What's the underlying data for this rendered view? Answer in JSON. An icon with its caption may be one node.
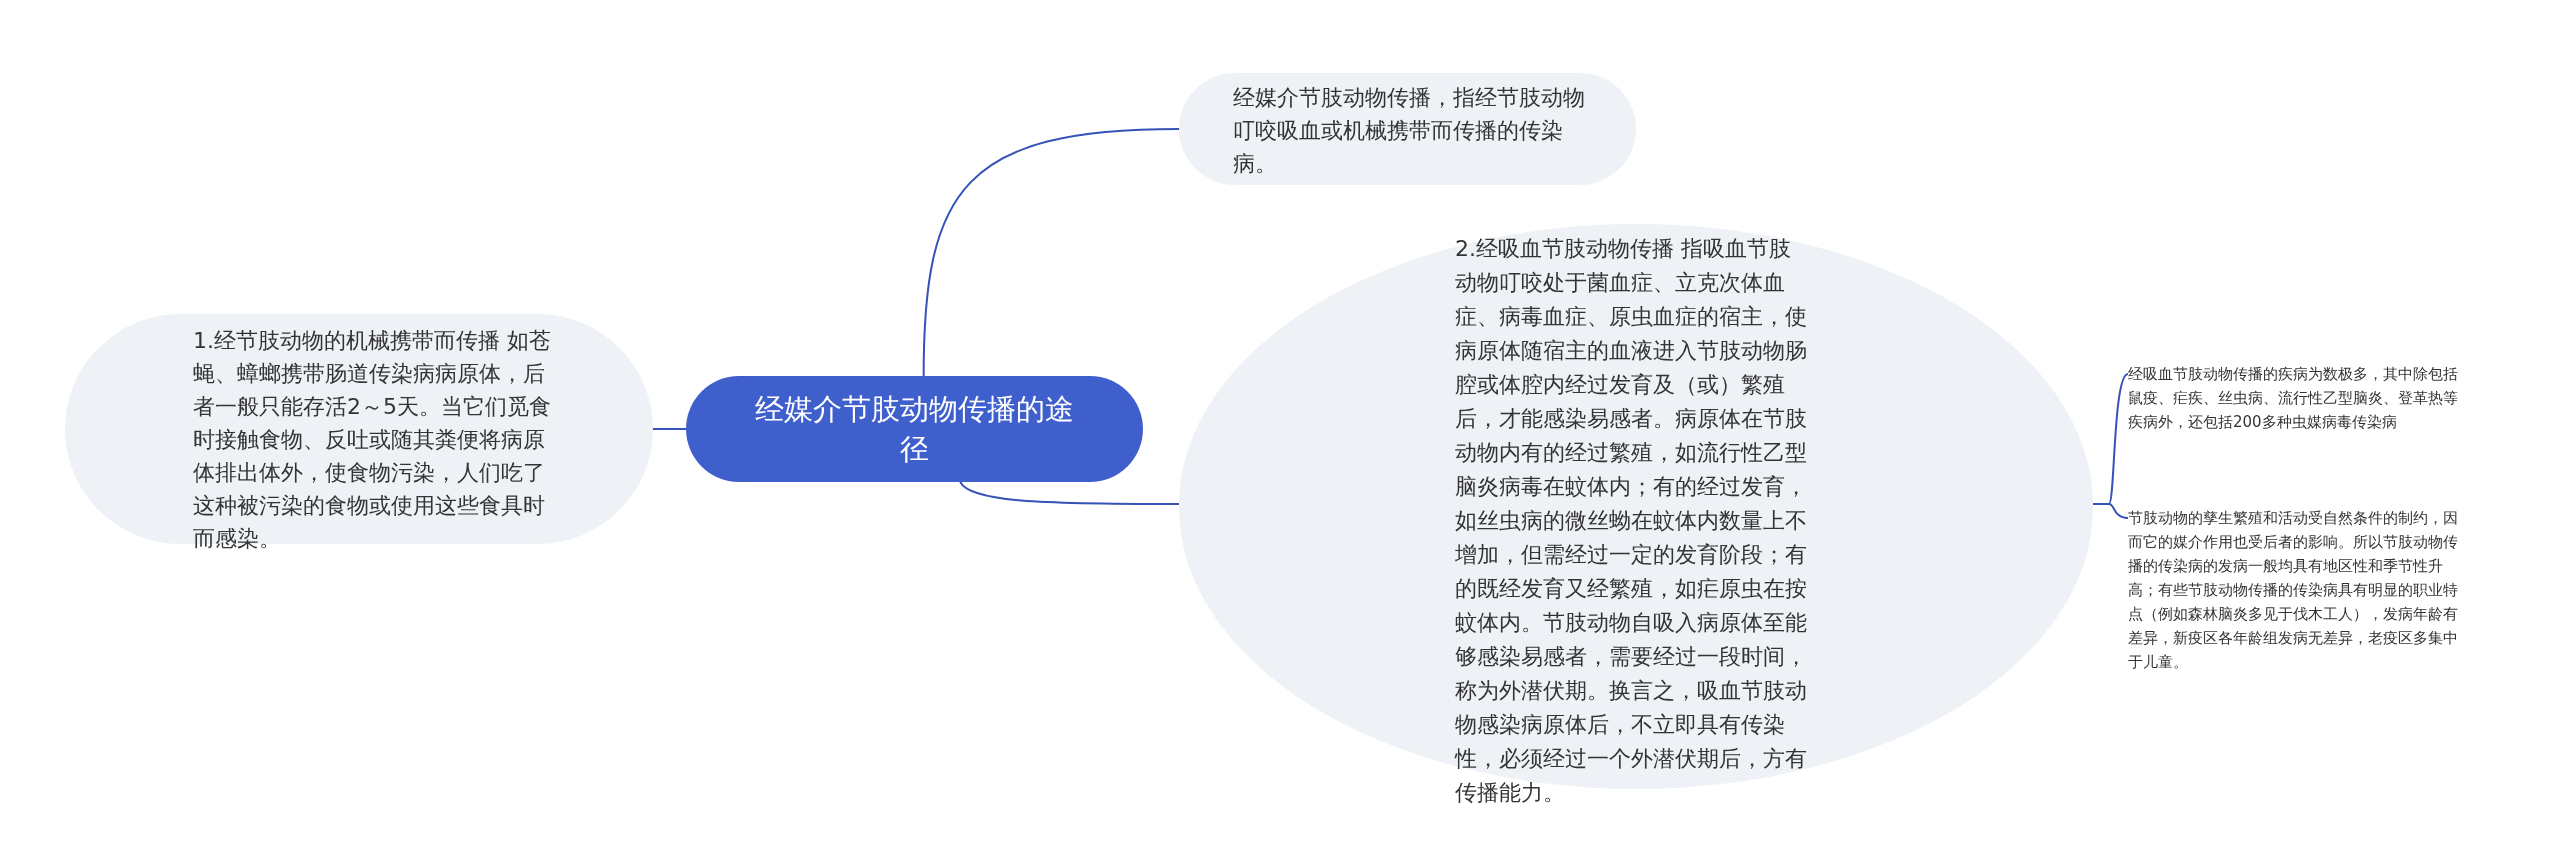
{
  "diagram": {
    "nodes": [
      {
        "text": [
          "经媒介节肢动物传播的途径"
        ]
      },
      {
        "text": [
          "1.经节肢动物的机械携带而传播 如苍蝇、蟑螂携带肠道传染病病原体，后者一般只能存活2～5天。当它们觅食时接触食物、反吐或随其粪便将病原体排出体外，使食物污染，人们吃了这种被污染的食物或使用这些食具时而感染。"
        ]
      },
      {
        "text": [
          "经媒介节肢动物传播，指经节肢动物叮咬吸血或机械携带而传播的传染病。"
        ]
      },
      {
        "text": [
          "2.经吸血节肢动物传播 指吸血节肢动物叮咬处于菌血症、立克次体血症、病毒血症、原虫血症的宿主，使病原体随宿主的血液进入节肢动物肠腔或体腔内经过发育及（或）繁殖后，才能感染易感者。病原体在节肢动物内有的经过繁殖，如流行性乙型脑炎病毒在蚊体内；有的经过发育，如丝虫病的微丝蚴在蚊体内数量上不增加，但需经过一定的发育阶段；有的既经发育又经繁殖，如疟原虫在按蚊体内。节肢动物自吸入病原体至能够感染易感者，需要经过一段时间，称为外潜伏期。换言之，吸血节肢动物感染病原体后，不立即具有传染性，必须经过一个外潜伏期后，方有传播能力。"
        ]
      },
      {
        "text": [
          "经吸血节肢动物传播的疾病为数极多，其中除包括鼠疫、疟疾、丝虫病、流行性乙型脑炎、登革热等疾病外，还包括200多种虫媒病毒传染病"
        ]
      },
      {
        "text": [
          "节肢动物的孳生繁殖和活动受自然条件的制约，因而它的媒介作用也受后者的影响。所以节肢动物传播的传染病的发病一般均具有地区性和季节性升高；有些节肢动物传播的传染病具有明显的职业特点（例如森林脑炎多见于伐木工人），发病年龄有差异，新疫区各年龄组发病无差异，老疫区多集中于儿童。"
        ]
      }
    ],
    "edges": [
      {
        "from": 0,
        "to": 1,
        "arrow": "none"
      },
      {
        "from": 0,
        "to": 2,
        "arrow": "none"
      },
      {
        "from": 0,
        "to": 3,
        "arrow": "none"
      },
      {
        "from": 3,
        "to": 4,
        "arrow": "none"
      },
      {
        "from": 3,
        "to": 5,
        "arrow": "none"
      }
    ]
  }
}
